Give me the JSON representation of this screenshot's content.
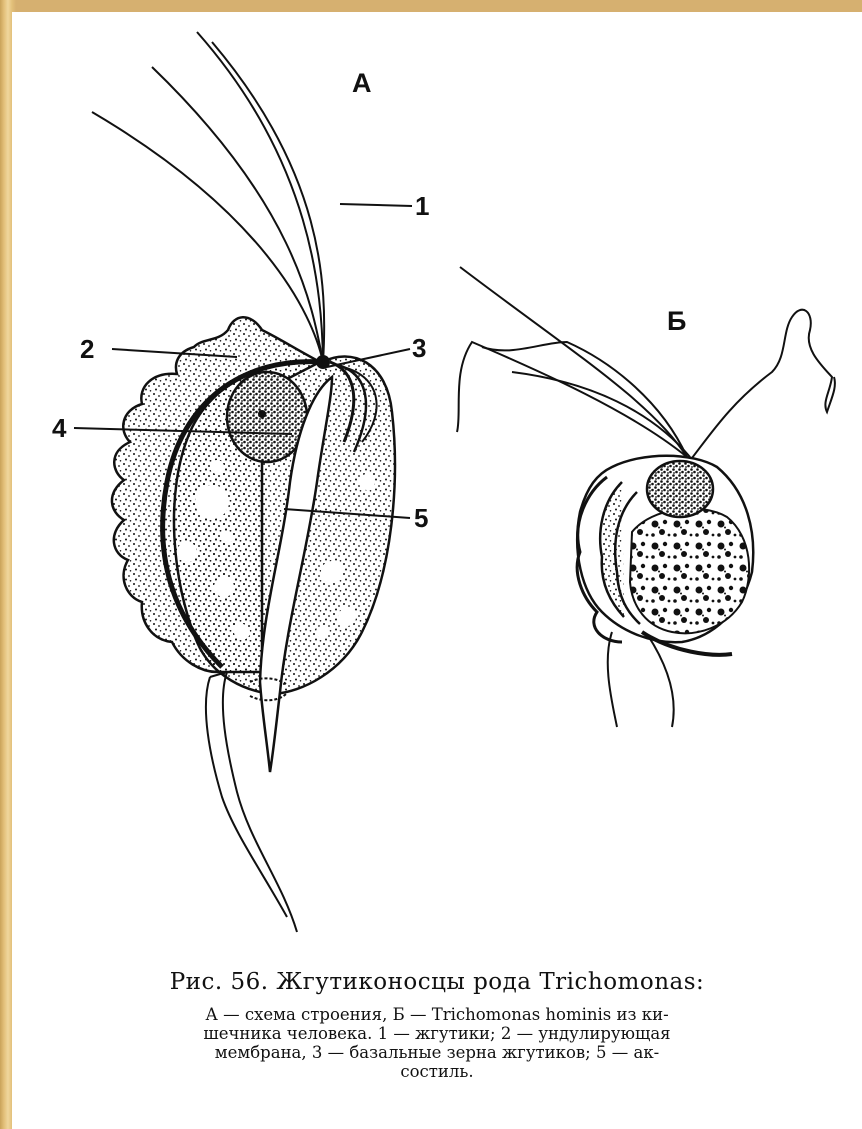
{
  "figure": {
    "panel_a_label": "А",
    "panel_b_label": "Б",
    "callouts": {
      "c1": "1",
      "c2": "2",
      "c3": "3",
      "c4": "4",
      "c5": "5"
    }
  },
  "caption": {
    "title": "Рис. 56. Жгутиконосцы рода Trichomonas:",
    "lines": [
      "А — схема строения, Б — Trichomonas hominis из ки-",
      "шечника человека. 1 — жгутики; 2 — ундулирующая",
      "мембрана, 3 — базальные зерна  жгутиков;  5 — ак-",
      "состиль."
    ]
  }
}
